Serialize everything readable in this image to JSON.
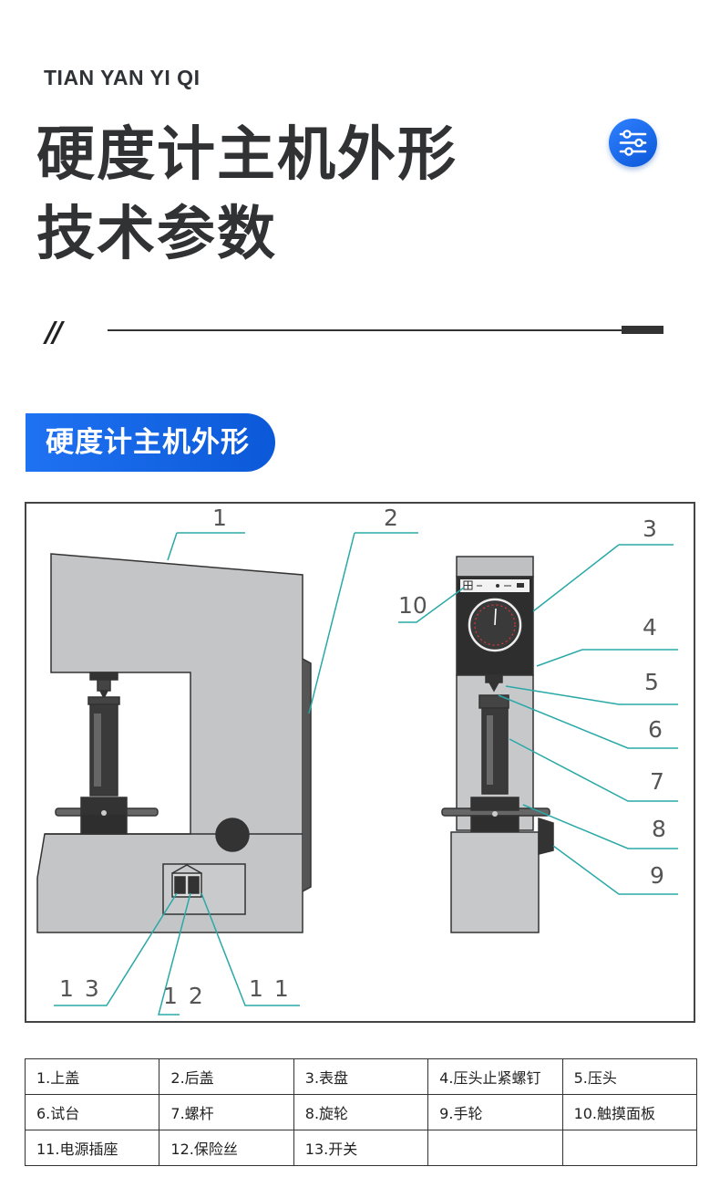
{
  "header": {
    "brand": "TIAN YAN YI QI",
    "title_line1": "硬度计主机外形",
    "title_line2": "技术参数",
    "settings_icon": "sliders-icon",
    "divider_mark": "//"
  },
  "section": {
    "label": "硬度计主机外形"
  },
  "diagram": {
    "callouts": [
      "1",
      "2",
      "3",
      "4",
      "5",
      "6",
      "7",
      "8",
      "9",
      "10",
      "11",
      "12",
      "13"
    ]
  },
  "parts_table": {
    "rows": [
      [
        "1.上盖",
        "2.后盖",
        "3.表盘",
        "4.压头止紧螺钉",
        "5.压头"
      ],
      [
        "6.试台",
        "7.螺杆",
        "8.旋轮",
        "9.手轮",
        "10.触摸面板"
      ],
      [
        "11.电源插座",
        "12.保险丝",
        "13.开关",
        "",
        ""
      ]
    ]
  },
  "colors": {
    "accent": "#1466e6",
    "machine_gray": "#c3c4c6",
    "callout_line": "#2aa8a8"
  }
}
